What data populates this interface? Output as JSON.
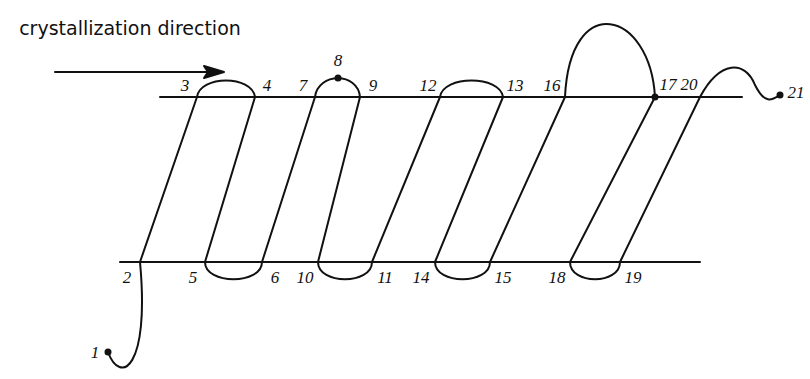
{
  "diagram": {
    "labels": [
      "crystallization direction",
      "1",
      "2",
      "3",
      "4",
      "5",
      "6",
      "7",
      "8",
      "9",
      "10",
      "11",
      "12",
      "13",
      "14",
      "15",
      "16",
      "17",
      "18",
      "19",
      "20",
      "21"
    ]
  }
}
